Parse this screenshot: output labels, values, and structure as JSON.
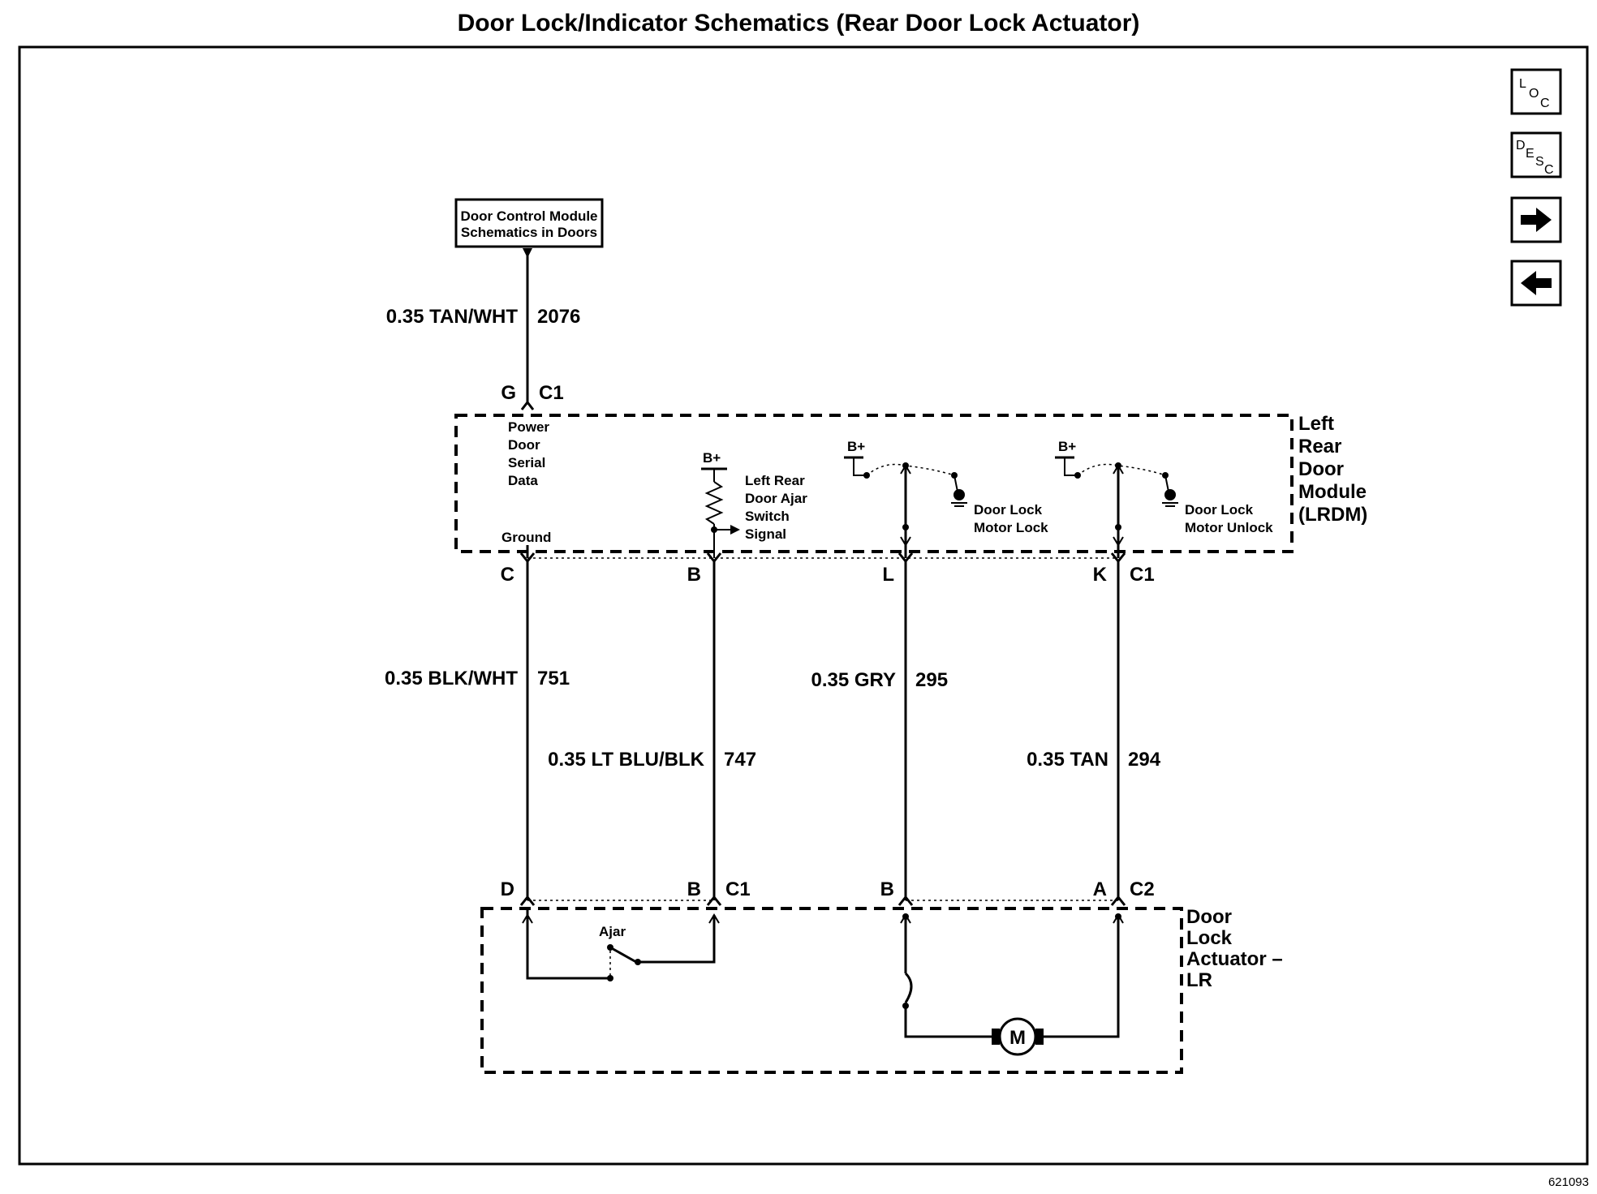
{
  "title": "Door Lock/Indicator Schematics (Rear Door Lock Actuator)",
  "figure_id": "621093",
  "nav": {
    "loc": {
      "l1": "L",
      "l2": "O",
      "l3": "C"
    },
    "desc": {
      "l1": "D",
      "l2": "E",
      "l3": "S",
      "l4": "C"
    },
    "next_icon": "arrow-right-icon",
    "prev_icon": "arrow-left-icon"
  },
  "dcm_box": {
    "line1": "Door Control Module",
    "line2": "Schematics in Doors"
  },
  "top_wire": {
    "gauge_color": "0.35 TAN/WHT",
    "circuit": "2076",
    "pin": "G",
    "connector": "C1"
  },
  "lrdm": {
    "name_lines": [
      "Left",
      "Rear",
      "Door",
      "Module",
      "(LRDM)"
    ],
    "serial_lines": [
      "Power",
      "Door",
      "Serial",
      "Data"
    ],
    "ground_label": "Ground",
    "ajar_lines": [
      "Left Rear",
      "Door Ajar",
      "Switch",
      "Signal"
    ],
    "bplus": "B+",
    "lock_lines": [
      "Door Lock",
      "Motor Lock"
    ],
    "unlock_lines": [
      "Door Lock",
      "Motor Unlock"
    ],
    "pins": {
      "c": "C",
      "b": "B",
      "l": "L",
      "k": "K",
      "connector": "C1"
    }
  },
  "wires": {
    "w751": {
      "gauge_color": "0.35 BLK/WHT",
      "circuit": "751"
    },
    "w747": {
      "gauge_color": "0.35 LT BLU/BLK",
      "circuit": "747"
    },
    "w295": {
      "gauge_color": "0.35 GRY",
      "circuit": "295"
    },
    "w294": {
      "gauge_color": "0.35 TAN",
      "circuit": "294"
    }
  },
  "actuator": {
    "name_lines": [
      "Door",
      "Lock",
      "Actuator –",
      "LR"
    ],
    "pins": {
      "d": "D",
      "b1": "B",
      "c1": "C1",
      "b2": "B",
      "a": "A",
      "c2": "C2"
    },
    "ajar_label": "Ajar",
    "motor_label": "M"
  }
}
